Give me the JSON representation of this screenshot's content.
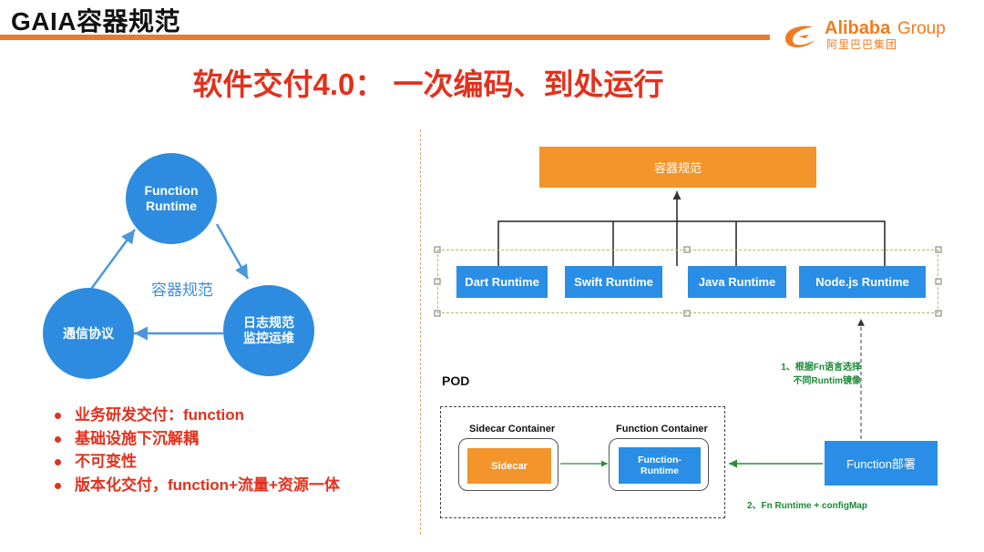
{
  "header": {
    "title": "GAIA容器规范"
  },
  "logo": {
    "brand": "Alibaba",
    "group": "Group",
    "brand_cn": "阿里巴巴集团"
  },
  "headline": "软件交付4.0： 一次编码、到处运行",
  "cycle": {
    "top": [
      "Function",
      "Runtime"
    ],
    "right": [
      "日志规范",
      "监控运维"
    ],
    "left": "通信协议",
    "center": "容器规范"
  },
  "bullets": [
    "业务研发交付：function",
    "基础设施下沉解耦",
    "不可变性",
    "版本化交付，function+流量+资源一体"
  ],
  "spec_box": "容器规范",
  "runtimes": [
    "Dart Runtime",
    "Swift Runtime",
    "Java Runtime",
    "Node.js Runtime"
  ],
  "pod": {
    "label": "POD",
    "sidecar_title": "Sidecar Container",
    "sidecar_inner": "Sidecar",
    "function_title": "Function Container",
    "function_inner": [
      "Function-",
      "Runtime"
    ]
  },
  "deploy": "Function部署",
  "notes": {
    "note1": [
      "1、根据Fn语言选择",
      "不同Runtim镜像"
    ],
    "note2": "2、Fn Runtime + configMap"
  },
  "colors": {
    "accent_orange": "#f4952b",
    "accent_blue": "#2a8ee6",
    "headline_red": "#e2311d",
    "note_green": "#1a8a33"
  }
}
